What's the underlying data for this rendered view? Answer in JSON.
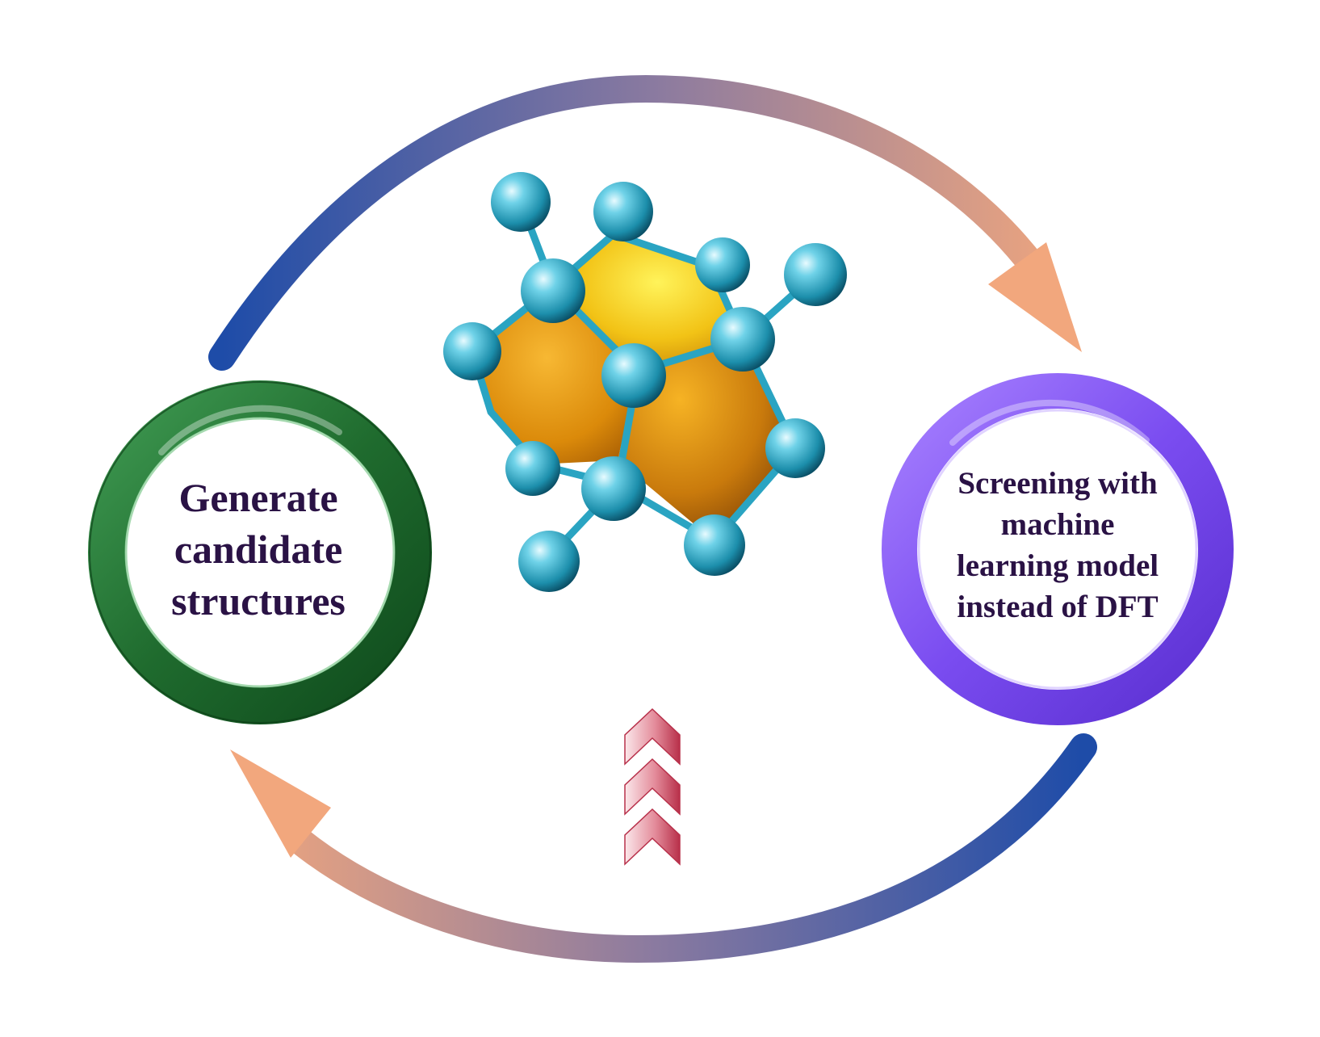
{
  "nodes": {
    "generate": {
      "lines": [
        "Generate",
        "candidate",
        "structures"
      ],
      "ring_color": "#1f6b2e"
    },
    "screening": {
      "lines": [
        "Screening with",
        "machine",
        "learning model",
        "instead of DFT"
      ],
      "ring_color": "#7a4cf0"
    }
  },
  "icons": {
    "molecule": "molecular-cage-icon",
    "chevrons": "chevron-up-icon"
  },
  "colors": {
    "arrow_start": "#1e4ca8",
    "arrow_end": "#f2a77d",
    "atom": "#2aa4c2",
    "face": "#e8a20f",
    "chevron": "#b8304a",
    "text": "#2a1245"
  }
}
